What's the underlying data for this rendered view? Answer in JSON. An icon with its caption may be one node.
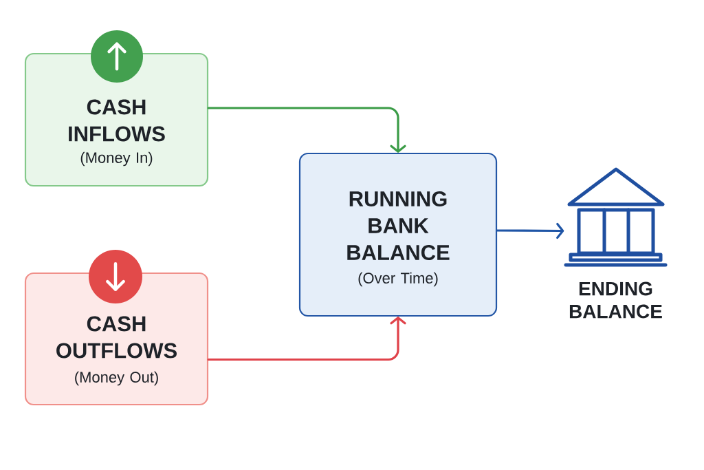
{
  "diagram": {
    "nodes": [
      {
        "text": [
          "CASH INFLOWS",
          "(Money In)"
        ]
      },
      {
        "text": [
          "CASH OUTFLOWS",
          "(Money Out)"
        ]
      },
      {
        "text": [
          "RUNNING BANK BALANCE",
          "(Over Time)"
        ]
      },
      {
        "text": [],
        "shape": "picture",
        "beside": [
          "ENDING BALANCE"
        ]
      }
    ],
    "edges": [
      {
        "from": 0,
        "to": 2,
        "arrow": "to",
        "color": "#3b9c47"
      },
      {
        "from": 1,
        "to": 2,
        "arrow": "to",
        "color": "#e0424a"
      },
      {
        "from": 2,
        "to": 3,
        "arrow": "to",
        "color": "#1f55a6"
      }
    ]
  }
}
